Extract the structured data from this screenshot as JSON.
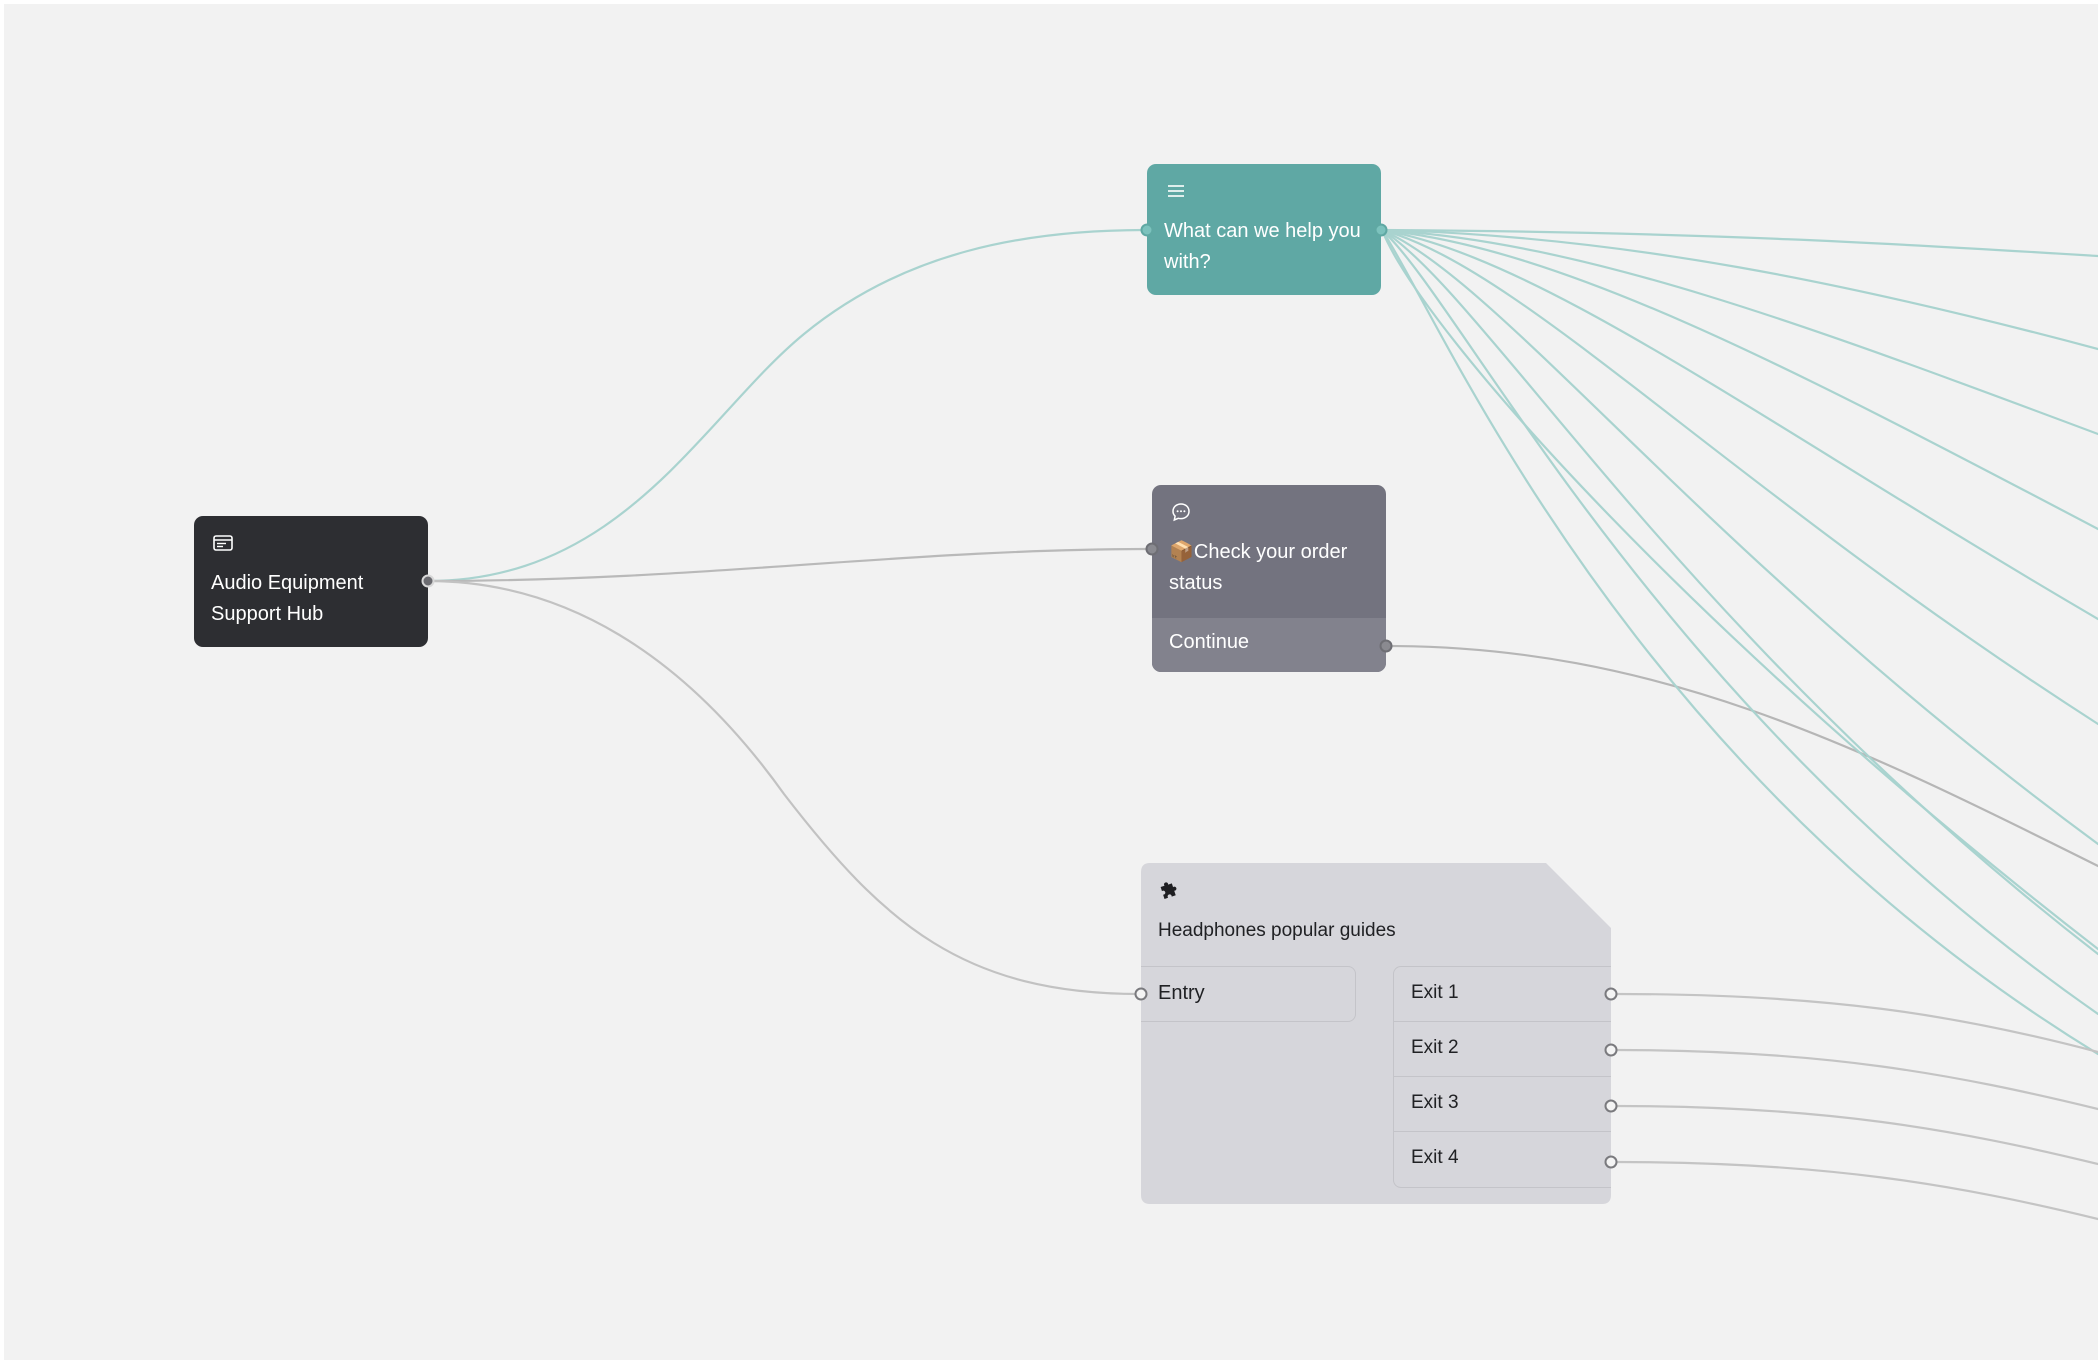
{
  "nodes": {
    "hub": {
      "title": "Audio Equipment Support Hub",
      "icon": "window-card-icon"
    },
    "help": {
      "title": "What can we help you with?",
      "icon": "menu-lines-icon"
    },
    "order": {
      "title": "📦Check your order status",
      "icon": "chat-bubble-icon",
      "continue_label": "Continue"
    },
    "guides": {
      "title": "Headphones popular guides",
      "icon": "puzzle-piece-icon",
      "entry_label": "Entry",
      "exits": [
        "Exit 1",
        "Exit 2",
        "Exit 3",
        "Exit 4"
      ]
    }
  },
  "colors": {
    "canvas": "#f2f2f2",
    "dark_node": "#2d2e32",
    "teal_node": "#5fa8a4",
    "grey_node": "#73737f",
    "light_node": "#d6d6db",
    "teal_edge": "#a9d3cf",
    "grey_edge": "#b6b6b6"
  }
}
